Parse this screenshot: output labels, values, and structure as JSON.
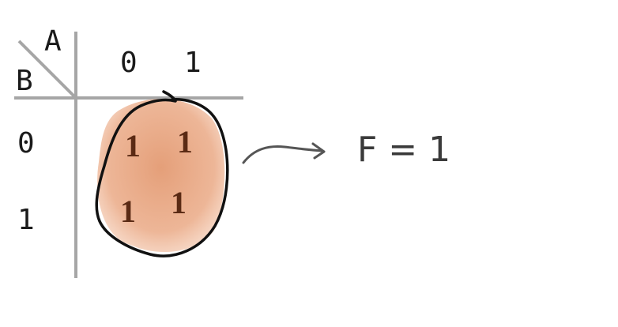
{
  "kmap": {
    "var_a": "A",
    "var_b": "B",
    "a_values": [
      "0",
      "1"
    ],
    "b_values": [
      "0",
      "1"
    ],
    "cells": [
      [
        "1",
        "1"
      ],
      [
        "1",
        "1"
      ]
    ]
  },
  "result": {
    "text": "F = 1"
  },
  "colors": {
    "grid": "#a6a6a6",
    "group_fill": "#e8a07a",
    "group_outline": "#111111",
    "cell_text": "#5a2a14",
    "arrow": "#555555"
  }
}
